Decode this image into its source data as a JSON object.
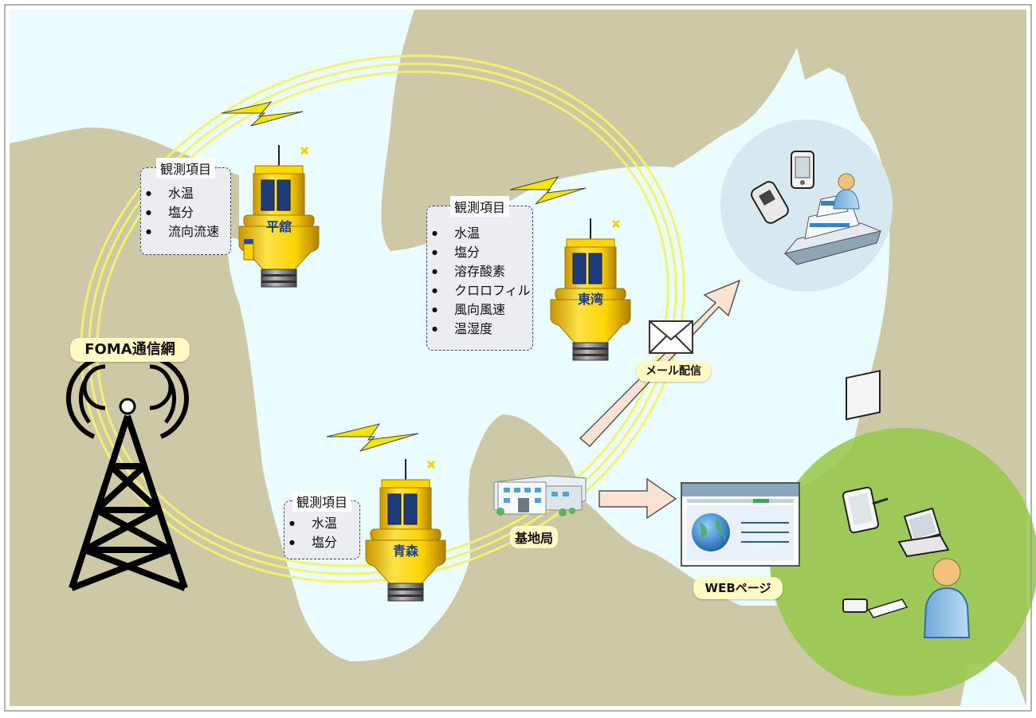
{
  "network": {
    "label": "FOMA通信網"
  },
  "buoys": [
    {
      "name": "平舘"
    },
    {
      "name": "東湾"
    },
    {
      "name": "青森"
    }
  ],
  "observation_boxes": [
    {
      "title": "観測項目",
      "items": [
        "水温",
        "塩分",
        "流向流速"
      ]
    },
    {
      "title": "観測項目",
      "items": [
        "水温",
        "塩分",
        "溶存酸素",
        "クロロフィル",
        "風向風速",
        "温湿度"
      ]
    },
    {
      "title": "観測項目",
      "items": [
        "水温",
        "塩分"
      ]
    }
  ],
  "base_station": {
    "label": "基地局"
  },
  "mail": {
    "label": "メール配信"
  },
  "web": {
    "label": "WEBページ"
  },
  "colors": {
    "land": "#cdc8a6",
    "sea": "#eafcfd",
    "ring": "#f4f36a",
    "buoy": "#ffd400",
    "mail_circle": "#d8e8f0",
    "web_circle": "#98c84c",
    "arrow": "#fbe2d2"
  }
}
